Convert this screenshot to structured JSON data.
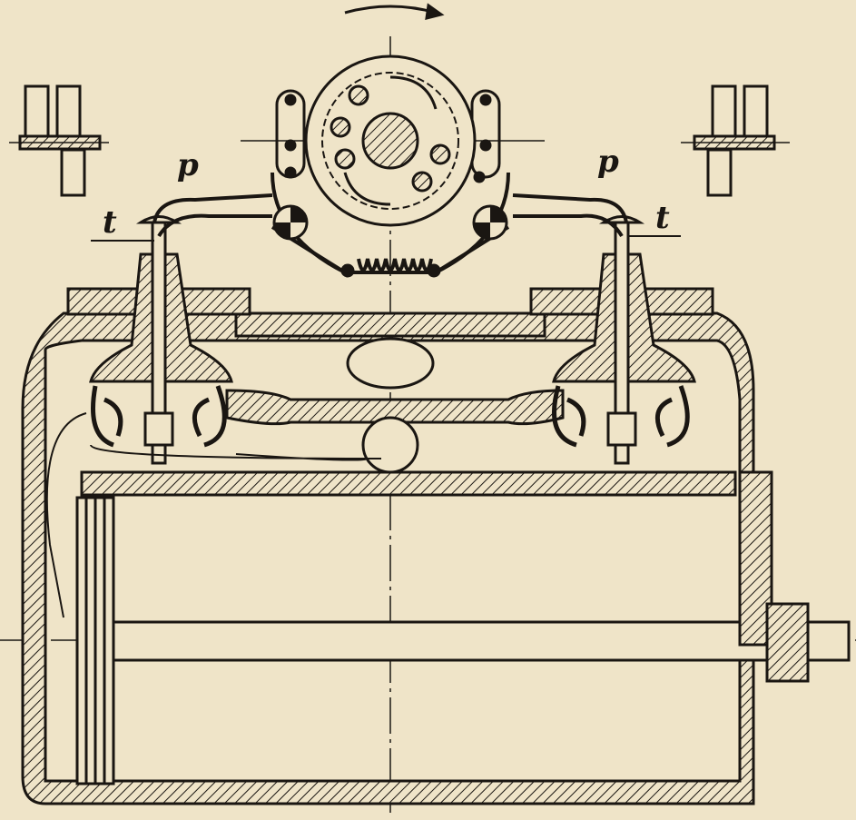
{
  "figure": {
    "type": "mechanical cross-section drawing",
    "labels": {
      "rocker_left": "p",
      "rocker_right": "p",
      "stem_left": "t",
      "stem_right": "t"
    },
    "colors": {
      "paper": "#efe4c8",
      "ink": "#1a1612"
    }
  }
}
